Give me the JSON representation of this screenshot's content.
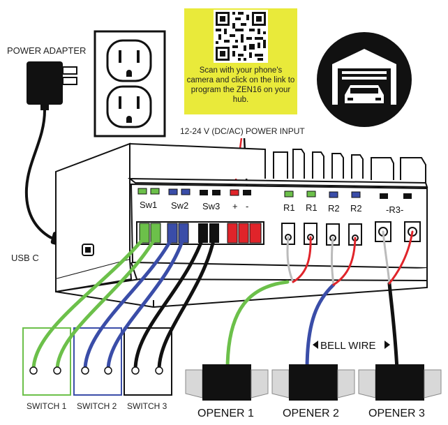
{
  "labels": {
    "power_adapter": "POWER ADAPTER",
    "usb_c": "USB C",
    "power_input": "12-24 V (DC/AC) POWER INPUT",
    "qr_text": "Scan with your phone's camera and click on the link to program the ZEN16 on your hub.",
    "bell_wire": "BELL WIRE"
  },
  "terminals": {
    "sw1": "Sw1",
    "sw2": "Sw2",
    "sw3": "Sw3",
    "plus": "+",
    "minus": "-",
    "r1a": "R1",
    "r1b": "R1",
    "r2a": "R2",
    "r2b": "R2",
    "r3": "-R3-"
  },
  "switches": [
    "SWITCH 1",
    "SWITCH 2",
    "SWITCH 3"
  ],
  "openers": [
    "OPENER 1",
    "OPENER 2",
    "OPENER 3"
  ],
  "colors": {
    "green": "#6cc04a",
    "blue": "#3a4da8",
    "black": "#1a1a1a",
    "red": "#e0242a",
    "yellow": "#e9ea3a"
  },
  "icons": {
    "outlet": "outlet-icon",
    "garage": "garage-icon",
    "qr": "qr-code-icon",
    "adapter": "power-adapter-icon"
  }
}
